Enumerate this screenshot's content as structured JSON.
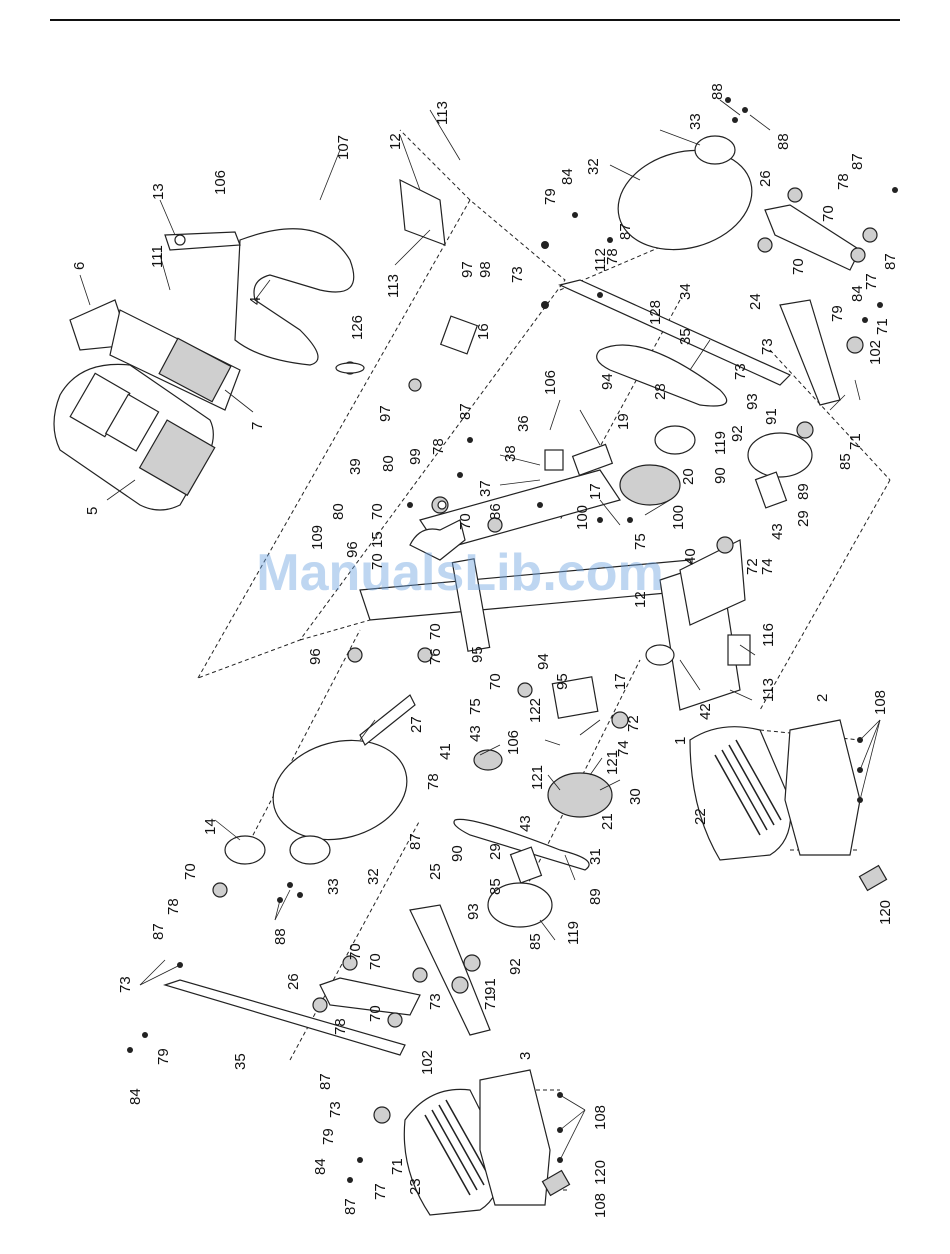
{
  "watermark": "ManualsLib.com",
  "labels": {
    "l1": "1",
    "l2": "2",
    "l3": "3",
    "l4": "4",
    "l5": "5",
    "l6": "6",
    "l7": "7",
    "l12a": "12",
    "l12b": "12",
    "l13": "13",
    "l14": "14",
    "l15": "15",
    "l16": "16",
    "l17a": "17",
    "l17b": "17",
    "l19": "19",
    "l20": "20",
    "l21": "21",
    "l22": "22",
    "l23": "23",
    "l24": "24",
    "l25": "25",
    "l26a": "26",
    "l26b": "26",
    "l27": "27",
    "l28": "28",
    "l29a": "29",
    "l29b": "29",
    "l30": "30",
    "l31": "31",
    "l32a": "32",
    "l32b": "32",
    "l33a": "33",
    "l33b": "33",
    "l34": "34",
    "l35a": "35",
    "l35b": "35",
    "l36": "36",
    "l37": "37",
    "l38": "38",
    "l39": "39",
    "l40": "40",
    "l41": "41",
    "l42": "42",
    "l43a": "43",
    "l43b": "43",
    "l43c": "43",
    "l70a": "70",
    "l70b": "70",
    "l70c": "70",
    "l70d": "70",
    "l70e": "70",
    "l70f": "70",
    "l70g": "70",
    "l70h": "70",
    "l70i": "70",
    "l70j": "70",
    "l70k": "70",
    "l71a": "71",
    "l71b": "71",
    "l71c": "71",
    "l71d": "71",
    "l72a": "72",
    "l72b": "72",
    "l73a": "73",
    "l73b": "73",
    "l73c": "73",
    "l73d": "73",
    "l73e": "73",
    "l73f": "73",
    "l74a": "74",
    "l74b": "74",
    "l75a": "75",
    "l75b": "75",
    "l76": "76",
    "l77a": "77",
    "l77b": "77",
    "l78a": "78",
    "l78b": "78",
    "l78c": "78",
    "l78d": "78",
    "l78e": "78",
    "l78f": "78",
    "l79a": "79",
    "l79b": "79",
    "l79c": "79",
    "l79d": "79",
    "l80a": "80",
    "l80b": "80",
    "l84a": "84",
    "l84b": "84",
    "l84c": "84",
    "l84d": "84",
    "l85a": "85",
    "l85b": "85",
    "l85c": "85",
    "l86": "86",
    "l87a": "87",
    "l87b": "87",
    "l87c": "87",
    "l87d": "87",
    "l87e": "87",
    "l87f": "87",
    "l87g": "87",
    "l87h": "87",
    "l88a": "88",
    "l88b": "88",
    "l88c": "88",
    "l89a": "89",
    "l89b": "89",
    "l90a": "90",
    "l90b": "90",
    "l91a": "91",
    "l91b": "91",
    "l92a": "92",
    "l92b": "92",
    "l93a": "93",
    "l93b": "93",
    "l94a": "94",
    "l94b": "94",
    "l95a": "95",
    "l95b": "95",
    "l96a": "96",
    "l96b": "96",
    "l97a": "97",
    "l97b": "97",
    "l98": "98",
    "l99": "99",
    "l100a": "100",
    "l100b": "100",
    "l102a": "102",
    "l102b": "102",
    "l106a": "106",
    "l106b": "106",
    "l106c": "106",
    "l107": "107",
    "l108a": "108",
    "l108b": "108",
    "l108c": "108",
    "l109": "109",
    "l111": "111",
    "l112": "112",
    "l113a": "113",
    "l113b": "113",
    "l113c": "113",
    "l116": "116",
    "l119a": "119",
    "l119b": "119",
    "l120a": "120",
    "l120b": "120",
    "l121a": "121",
    "l121b": "121",
    "l122": "122",
    "l126": "126",
    "l128": "128"
  }
}
